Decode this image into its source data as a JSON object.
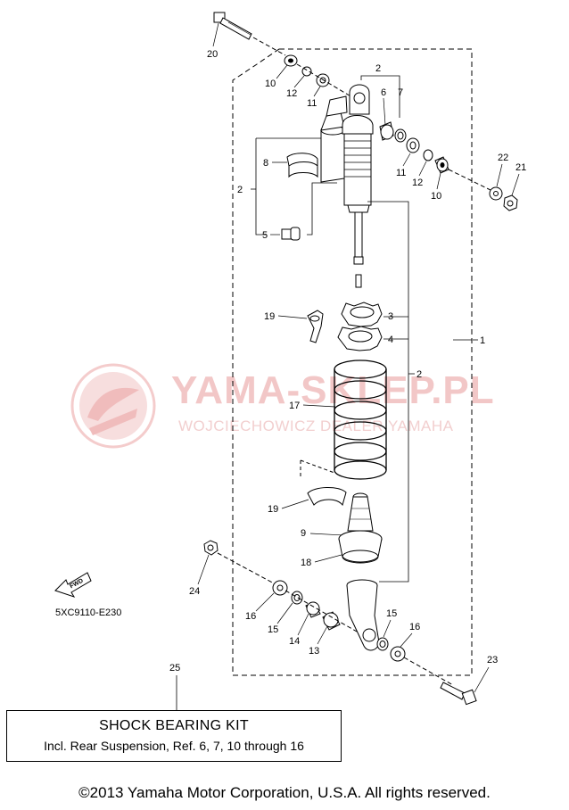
{
  "watermark": {
    "title": "YAMA-SKLEP.PL",
    "subtitle": "WOJCIECHOWICZ DEALER YAMAHA"
  },
  "diagram": {
    "code": "5XC9110-E230",
    "fwd_label": "FWD",
    "callouts": {
      "c20": "20",
      "c10a": "10",
      "c12a": "12",
      "c11a": "11",
      "c2a": "2",
      "c6": "6",
      "c7": "7",
      "c8": "8",
      "c2b": "2",
      "c5": "5",
      "c11b": "11",
      "c12b": "12",
      "c10b": "10",
      "c22": "22",
      "c21": "21",
      "c3": "3",
      "c4": "4",
      "c19a": "19",
      "c1": "1",
      "c2c": "2",
      "c17": "17",
      "c19b": "19",
      "c9": "9",
      "c18": "18",
      "c24": "24",
      "c16a": "16",
      "c15a": "15",
      "c14": "14",
      "c13": "13",
      "c15b": "15",
      "c16b": "16",
      "c23": "23",
      "c25": "25"
    }
  },
  "kit": {
    "title": "SHOCK BEARING KIT",
    "subtitle": "Incl. Rear Suspension, Ref. 6, 7, 10 through 16"
  },
  "footer": {
    "copyright": "©2013 Yamaha Motor Corporation, U.S.A. All rights reserved."
  },
  "colors": {
    "watermark": "#f2c7c7",
    "line": "#000000"
  }
}
